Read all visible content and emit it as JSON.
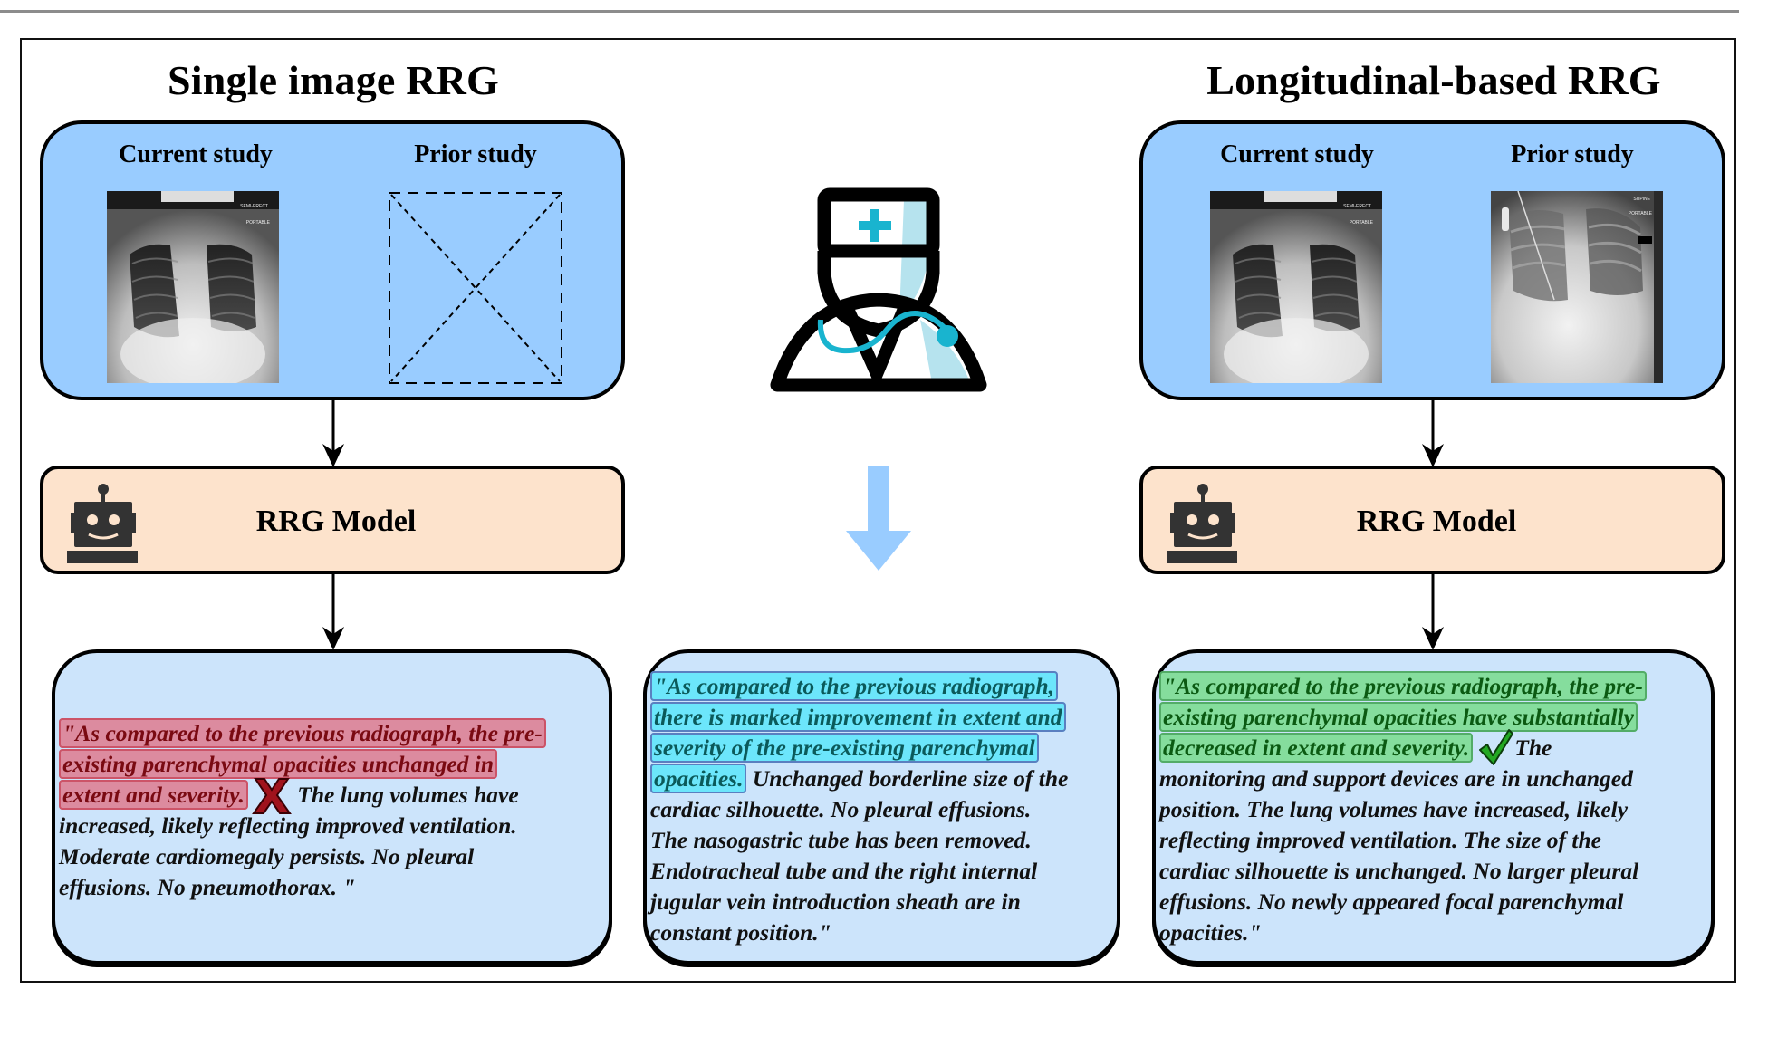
{
  "left_panel": {
    "title": "Single image RRG",
    "studies": {
      "current_label": "Current study",
      "prior_label": "Prior study",
      "current_image": {
        "icon": "chest-xray-image",
        "tags": [
          "SEMI-ERECT",
          "PORTABLE"
        ]
      },
      "prior_image": {
        "icon": "missing-image-placeholder"
      }
    },
    "model": {
      "label": "RRG Model",
      "icon": "robot-icon"
    },
    "report": {
      "verdict_icon": "red-x-cross-icon",
      "verdict": "incorrect",
      "highlight_color": "#e06e80",
      "lines": [
        {
          "hl": "\"As compared to the previous radiograph, the pre-",
          "rest": ""
        },
        {
          "hl": "existing parenchymal opacities unchanged in",
          "rest": ""
        },
        {
          "hl": "extent and severity.",
          "rest": " The lung volumes have",
          "mark": true
        },
        {
          "hl": "",
          "rest": "increased, likely reflecting improved ventilation."
        },
        {
          "hl": "",
          "rest": "Moderate cardiomegaly persists. No pleural"
        },
        {
          "hl": "",
          "rest": "effusions. No pneumothorax. \""
        }
      ]
    }
  },
  "middle_panel": {
    "radiologist_icon": "doctor-icon",
    "arrow_icon": "down-arrow-icon",
    "arrow_color": "#99ccff",
    "report": {
      "highlight_color": "#5ae6fa",
      "lines": [
        {
          "hl": "\"As compared to the previous radiograph,",
          "rest": ""
        },
        {
          "hl": "there is marked improvement in extent and",
          "rest": ""
        },
        {
          "hl": "severity of the pre-existing parenchymal",
          "rest": ""
        },
        {
          "hl": "opacities.",
          "rest": " Unchanged borderline size of the"
        },
        {
          "hl": "",
          "rest": "cardiac silhouette. No pleural effusions."
        },
        {
          "hl": "",
          "rest": "The nasogastric tube has been removed."
        },
        {
          "hl": "",
          "rest": "Endotracheal tube and the right internal"
        },
        {
          "hl": "",
          "rest": "jugular vein introduction sheath are in"
        },
        {
          "hl": "",
          "rest": "constant position.\""
        }
      ]
    }
  },
  "right_panel": {
    "title": "Longitudinal-based RRG",
    "studies": {
      "current_label": "Current study",
      "prior_label": "Prior study",
      "current_image": {
        "icon": "chest-xray-image",
        "tags": [
          "SEMI-ERECT",
          "PORTABLE"
        ]
      },
      "prior_image": {
        "icon": "chest-xray-image",
        "tags": [
          "SUPINE",
          "PORTABLE"
        ]
      }
    },
    "model": {
      "label": "RRG Model",
      "icon": "robot-icon"
    },
    "report": {
      "verdict_icon": "green-checkmark-icon",
      "verdict": "correct",
      "highlight_color": "#78dc8c",
      "lines": [
        {
          "hl": "\"As compared to the previous radiograph, the pre-",
          "rest": ""
        },
        {
          "hl": "existing parenchymal opacities have substantially",
          "rest": ""
        },
        {
          "hl": "decreased in extent and severity.",
          "rest": "The",
          "mark": true
        },
        {
          "hl": "",
          "rest": "monitoring and support devices are in unchanged"
        },
        {
          "hl": "",
          "rest": "position. The lung volumes have increased, likely"
        },
        {
          "hl": "",
          "rest": "reflecting improved ventilation. The size of the"
        },
        {
          "hl": "",
          "rest": "cardiac silhouette is unchanged. No larger pleural"
        },
        {
          "hl": "",
          "rest": "effusions. No newly appeared focal parenchymal"
        },
        {
          "hl": "",
          "rest": "opacities.\""
        }
      ]
    }
  },
  "colors": {
    "study_box": "#99ccff",
    "model_box": "#fde3cc",
    "output_box": "#cce4fb"
  }
}
